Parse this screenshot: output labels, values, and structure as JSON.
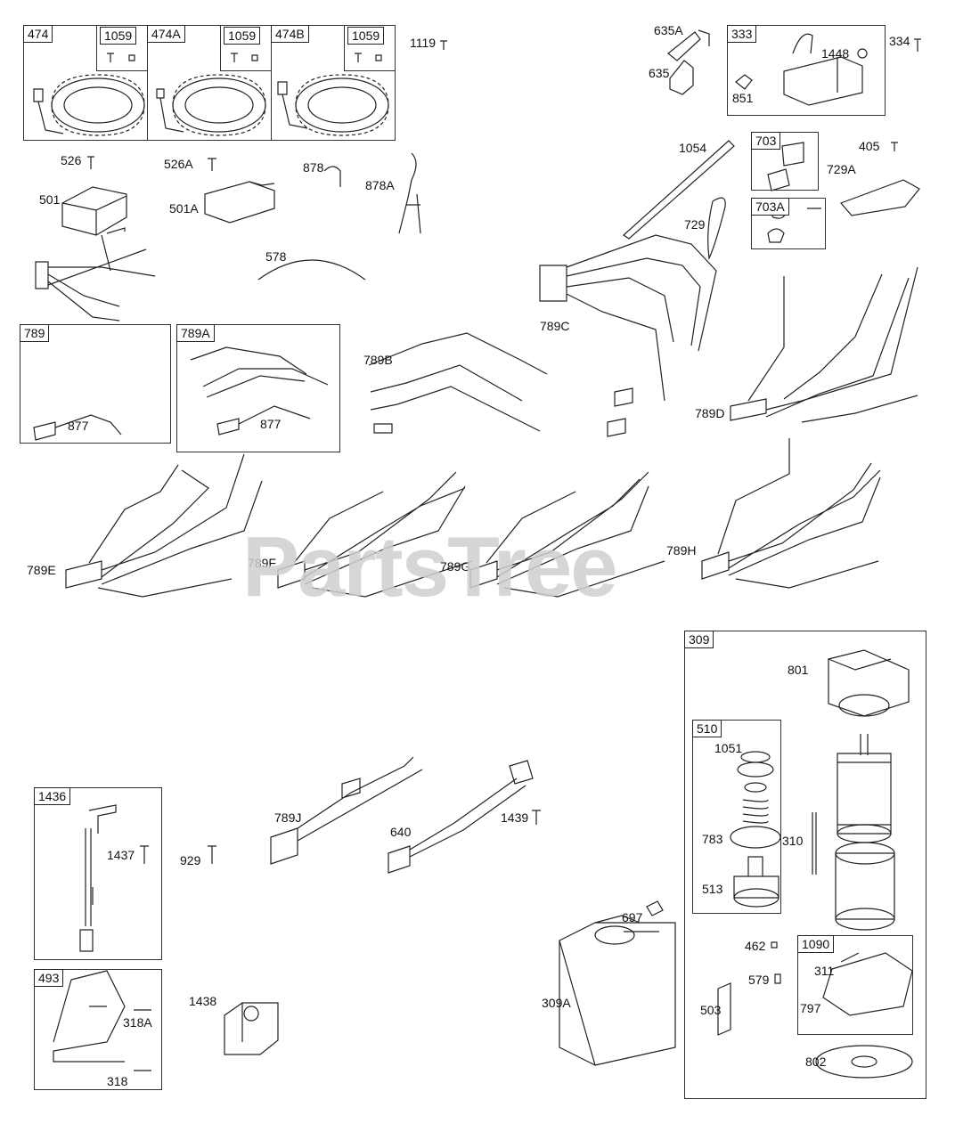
{
  "watermark": "PartsTree",
  "frames": [
    {
      "id": "474",
      "label": "474"
    },
    {
      "id": "1059a",
      "label": "1059"
    },
    {
      "id": "474A",
      "label": "474A"
    },
    {
      "id": "1059b",
      "label": "1059"
    },
    {
      "id": "474B",
      "label": "474B"
    },
    {
      "id": "1059c",
      "label": "1059"
    },
    {
      "id": "333",
      "label": "333"
    },
    {
      "id": "703",
      "label": "703"
    },
    {
      "id": "703A",
      "label": "703A"
    },
    {
      "id": "789",
      "label": "789"
    },
    {
      "id": "789A",
      "label": "789A"
    },
    {
      "id": "309",
      "label": "309"
    },
    {
      "id": "510",
      "label": "510"
    },
    {
      "id": "1090",
      "label": "1090"
    },
    {
      "id": "1436",
      "label": "1436"
    },
    {
      "id": "493",
      "label": "493"
    }
  ],
  "callouts": [
    {
      "id": "c1119",
      "text": "1119"
    },
    {
      "id": "c635A",
      "text": "635A"
    },
    {
      "id": "c635",
      "text": "635"
    },
    {
      "id": "c1448",
      "text": "1448"
    },
    {
      "id": "c851",
      "text": "851"
    },
    {
      "id": "c334",
      "text": "334"
    },
    {
      "id": "c526",
      "text": "526"
    },
    {
      "id": "c526A",
      "text": "526A"
    },
    {
      "id": "c878",
      "text": "878"
    },
    {
      "id": "c878A",
      "text": "878A"
    },
    {
      "id": "c501",
      "text": "501"
    },
    {
      "id": "c501A",
      "text": "501A"
    },
    {
      "id": "c578",
      "text": "578"
    },
    {
      "id": "c1054",
      "text": "1054"
    },
    {
      "id": "c405",
      "text": "405"
    },
    {
      "id": "c729A",
      "text": "729A"
    },
    {
      "id": "c729",
      "text": "729"
    },
    {
      "id": "c877a",
      "text": "877"
    },
    {
      "id": "c877b",
      "text": "877"
    },
    {
      "id": "c789B",
      "text": "789B"
    },
    {
      "id": "c789C",
      "text": "789C"
    },
    {
      "id": "c789D",
      "text": "789D"
    },
    {
      "id": "c789E",
      "text": "789E"
    },
    {
      "id": "c789F",
      "text": "789F"
    },
    {
      "id": "c789G",
      "text": "789G"
    },
    {
      "id": "c789H",
      "text": "789H"
    },
    {
      "id": "c801",
      "text": "801"
    },
    {
      "id": "c1051",
      "text": "1051"
    },
    {
      "id": "c310",
      "text": "310"
    },
    {
      "id": "c783",
      "text": "783"
    },
    {
      "id": "c513",
      "text": "513"
    },
    {
      "id": "c462",
      "text": "462"
    },
    {
      "id": "c579",
      "text": "579"
    },
    {
      "id": "c311",
      "text": "311"
    },
    {
      "id": "c797",
      "text": "797"
    },
    {
      "id": "c503",
      "text": "503"
    },
    {
      "id": "c802",
      "text": "802"
    },
    {
      "id": "c697",
      "text": "697"
    },
    {
      "id": "c309A",
      "text": "309A"
    },
    {
      "id": "c789J",
      "text": "789J"
    },
    {
      "id": "c640",
      "text": "640"
    },
    {
      "id": "c1439",
      "text": "1439"
    },
    {
      "id": "c929",
      "text": "929"
    },
    {
      "id": "c1437",
      "text": "1437"
    },
    {
      "id": "c1438",
      "text": "1438"
    },
    {
      "id": "c318A",
      "text": "318A"
    },
    {
      "id": "c318",
      "text": "318"
    }
  ]
}
